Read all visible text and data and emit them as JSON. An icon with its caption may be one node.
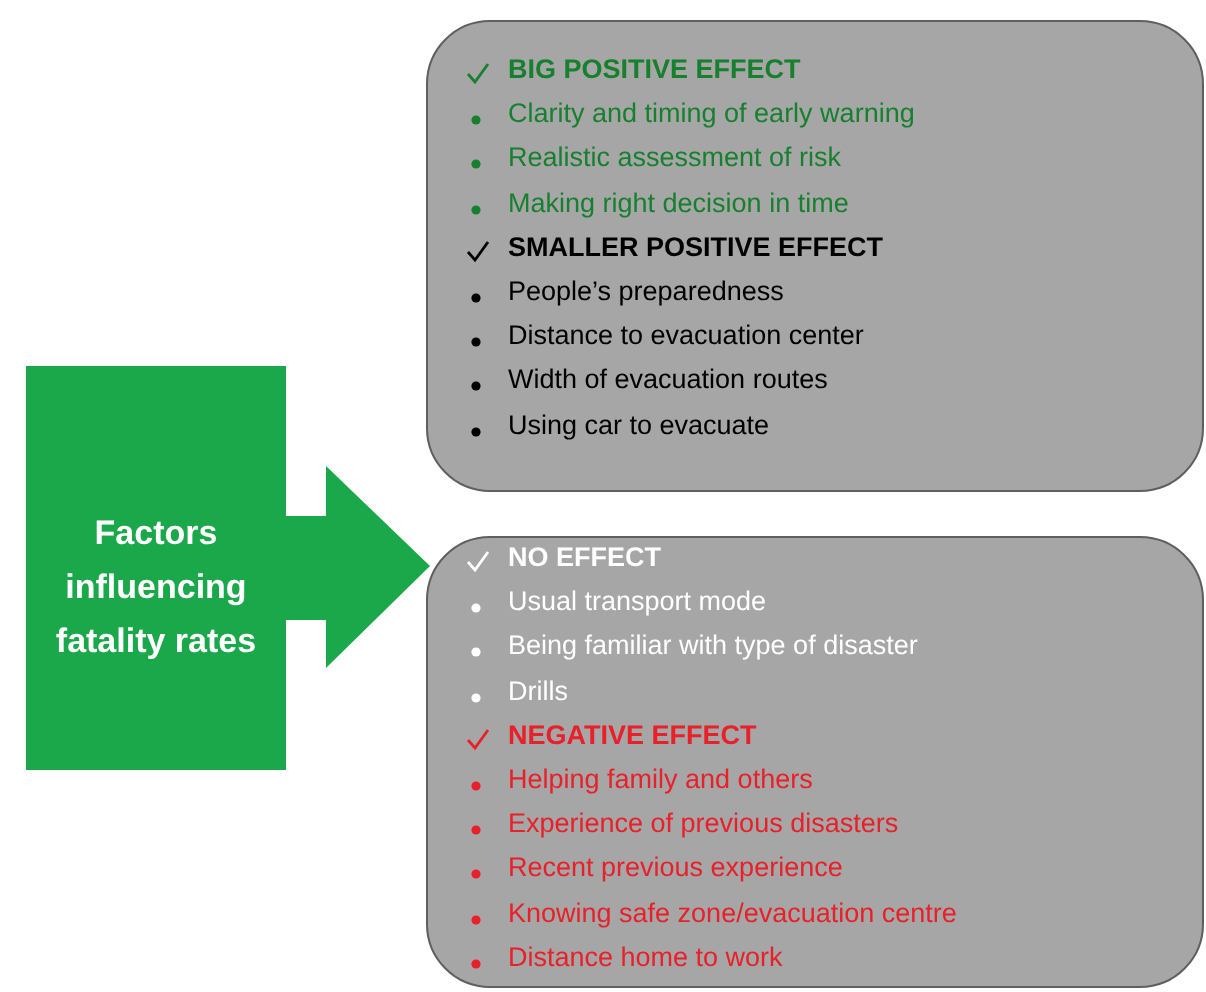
{
  "diagram": {
    "nodes": [
      {
        "text": [
          "Factors influencing fatality rates"
        ]
      },
      {
        "text": [
          "BIG POSITIVE EFFECT",
          "Clarity and timing of early warning",
          "Realistic assessment of risk",
          "Making right decision in time",
          "SMALLER POSITIVE EFFECT",
          "People’s preparedness",
          "Distance to evacuation center",
          "Width of evacuation routes",
          "Using car to evacuate"
        ]
      },
      {
        "text": [
          "NO EFFECT",
          "Usual transport mode",
          "Being familiar with type of disaster",
          "Drills",
          "NEGATIVE EFFECT",
          "Helping family and others",
          "Experience of previous disasters",
          "Recent previous experience",
          "Knowing safe zone/evacuation centre",
          "Distance home to work"
        ]
      }
    ],
    "edges": []
  }
}
